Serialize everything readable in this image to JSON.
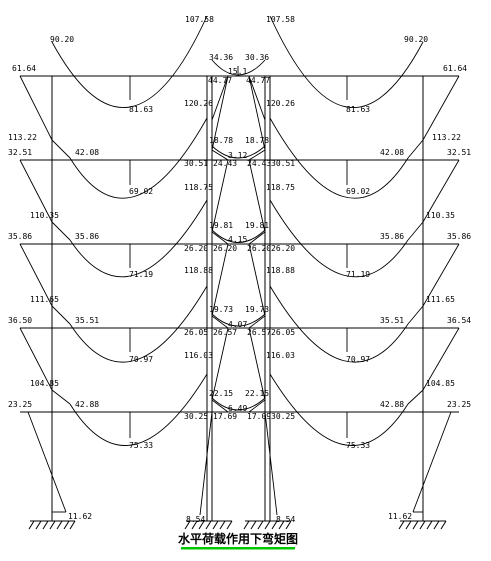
{
  "title": "水平荷载作用下弯矩图",
  "accent": "#00c800",
  "labels": {
    "top_center_left": "107.58",
    "top_center_right": "107.58",
    "top_outer_left": "90.20",
    "top_outer_right": "90.20",
    "r5_end_left": "61.64",
    "r5_end_right": "61.64",
    "r5_cl_a": "34.36",
    "r5_cr_a": "30.36",
    "r5_mid": "15.1",
    "r5_cl_b": "44.77",
    "r5_cr_b": "44.77",
    "r5_span_left": "81.63",
    "r5_span_right": "81.63",
    "r5_col_left": "120.26",
    "r5_col_right": "120.26",
    "r4_top_left": "113.22",
    "r4_top_right": "113.22",
    "r4_end_left": "32.51",
    "r4_end_right": "32.51",
    "r4_in_left": "42.08",
    "r4_in_right": "42.08",
    "r4_cl_a": "18.78",
    "r4_cr_a": "18.78",
    "r4_mid": "3.12",
    "r4_cl_b": "30.51",
    "r4_cl_c": "24.43",
    "r4_cr_c": "24.43",
    "r4_cr_b": "30.51",
    "r4_span_left": "69.02",
    "r4_span_right": "69.02",
    "r4_col_left": "118.75",
    "r4_col_right": "118.75",
    "r3_top_left": "110.35",
    "r3_top_right": "110.35",
    "r3_end_left": "35.86",
    "r3_end_right": "35.86",
    "r3_in_left": "35.86",
    "r3_in_right": "35.86",
    "r3_cl_a": "19.81",
    "r3_cr_a": "19.81",
    "r3_mid": "4.15",
    "r3_cl_b": "26.20",
    "r3_cl_c": "26.20",
    "r3_cr_c": "26.20",
    "r3_cr_b": "26.20",
    "r3_span_left": "71.19",
    "r3_span_right": "71.19",
    "r3_col_left": "118.88",
    "r3_col_right": "118.88",
    "r2_top_left": "111.65",
    "r2_top_right": "111.65",
    "r2_end_left": "36.50",
    "r2_end_right": "36.54",
    "r2_in_left": "35.51",
    "r2_in_right": "35.51",
    "r2_cl_a": "19.73",
    "r2_cr_a": "19.73",
    "r2_mid": "4.07",
    "r2_cl_b": "26.05",
    "r2_cl_c": "26.57",
    "r2_cr_c": "26.57",
    "r2_cr_b": "26.05",
    "r2_span_left": "70.97",
    "r2_span_right": "70.97",
    "r2_col_left": "116.03",
    "r2_col_right": "116.03",
    "r1_top_left": "104.85",
    "r1_top_right": "104.85",
    "r1_end_left": "23.25",
    "r1_end_right": "23.25",
    "r1_in_left": "42.88",
    "r1_in_right": "42.88",
    "r1_cl_a": "22.15",
    "r1_cr_a": "22.15",
    "r1_mid": "6.49",
    "r1_cl_b": "30.25",
    "r1_cl_c": "17.69",
    "r1_cr_c": "17.09",
    "r1_cr_b": "30.25",
    "r1_span_left": "75.33",
    "r1_span_right": "75.33",
    "base_left": "11.62",
    "base_right": "11.62",
    "base_center_left": "8.54",
    "base_center_right": "8.54"
  }
}
